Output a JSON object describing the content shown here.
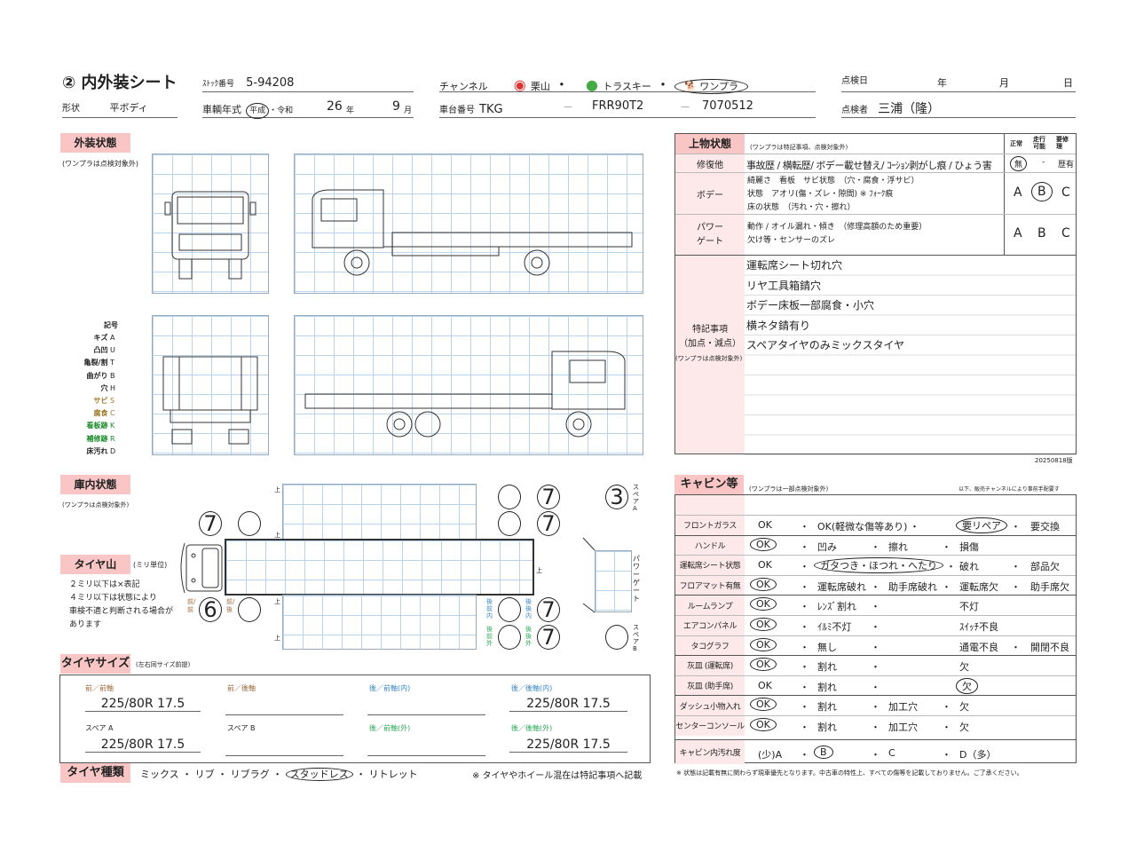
{
  "header": {
    "title": "② 内外装シート",
    "stock_label": "ｽﾄｯｸ番号",
    "stock_no": "5-94208",
    "channel_label": "チャンネル",
    "channels": [
      "栗山",
      "トラスキー",
      "ワンプラ"
    ],
    "inspect_date_label": "点検日",
    "year": "年",
    "month": "月",
    "day": "日",
    "shape_label": "形状",
    "shape": "平ボディ",
    "vehicle_year_label": "車輌年式",
    "era1": "平成",
    "era2": "令和",
    "yr": "26",
    "yr_unit": "年",
    "mo": "9",
    "mo_unit": "月",
    "chassis_label": "車台番号",
    "chassis1": "TKG",
    "chassis2": "FRR90T2",
    "chassis3": "7070512",
    "dash": "—",
    "inspector_label": "点検者",
    "inspector": "三浦（隆）"
  },
  "exterior": {
    "title": "外装状態",
    "note": "(ワンプラは点検対象外)",
    "legend_title": "記号",
    "legend": [
      [
        "キズ",
        "A"
      ],
      [
        "凸凹",
        "U"
      ],
      [
        "亀裂/割",
        "T"
      ],
      [
        "曲がり",
        "B"
      ],
      [
        "穴",
        "H"
      ],
      [
        "サビ",
        "S"
      ],
      [
        "腐食",
        "C"
      ],
      [
        "看板跡",
        "K"
      ],
      [
        "補修跡",
        "R"
      ],
      [
        "床汚れ",
        "D"
      ]
    ]
  },
  "upper": {
    "title": "上物状態",
    "note": "(ワンプラは特記事項、点検対象外)",
    "cols": [
      "正常",
      "走行可能",
      "要修理"
    ],
    "repair_label": "修復他",
    "repair_text": "事故歴 / 横転歴/ ボデー載せ替え/ ｺｰｼｮﾝ剥がし痕 / ひょう害",
    "repair_opts": [
      "無",
      "-",
      "歴有"
    ],
    "body_label": "ボデー",
    "body_lines": [
      "綺麗さ　看板　サビ状態　（穴・腐食・浮サビ）",
      "状態　アオリ(傷・ズレ・隙間) ※ ﾌｫｰｸ痕",
      "床の状態　（汚れ・穴・擦れ）"
    ],
    "body_grade": "B",
    "pg_label1": "パワー",
    "pg_label2": "ゲート",
    "pg_lines": [
      "動作 / オイル漏れ・傾き　（修理高額のため重要）",
      "欠け等・センサーのズレ"
    ],
    "grades": [
      "A",
      "B",
      "C"
    ],
    "notes_label": "特記事項",
    "notes_label2": "（加点・減点）",
    "notes_note": "(ワンプラは点検対象外)",
    "notes": [
      "運転席シート切れ穴",
      "リヤ工具箱錆穴",
      "ボデー床板一部腐食・小穴",
      "横ネタ錆有り",
      "スペアタイヤのみミックスタイヤ"
    ],
    "version": "20250818版"
  },
  "cargo": {
    "title": "庫内状態",
    "note": "(ワンプラは点検対象外)",
    "up": "上",
    "power_gate": "パワーゲート"
  },
  "tread": {
    "title": "タイヤ山",
    "unit": "(ミリ単位)",
    "lines": [
      "２ミリ以下は×表記",
      "４ミリ以下は状態により",
      "車検不適と判断される場合が",
      "あります"
    ],
    "front_front": "6",
    "front_front_top": "7",
    "front_rear": "",
    "front_rear_top": "",
    "rear_front_in": "",
    "rear_rear_in": "7",
    "rear_front_out": "",
    "rear_rear_out": "7",
    "top_rf": "",
    "top_rr": "7",
    "top_rf2": "",
    "top_rr2": "7",
    "spare_a": "3",
    "spare_b": "",
    "spare_a_label": "スペアA",
    "spare_b_label": "スペアB",
    "ff": "前/前",
    "fr": "前/後",
    "rfi": "後前内",
    "rri": "後後内",
    "rfo": "後前外",
    "rro": "後後外"
  },
  "tire_size": {
    "title": "タイヤサイズ",
    "note": "(左右同サイズ前提)",
    "cells": [
      {
        "label": "前／前軸",
        "value": "225/80R 17.5"
      },
      {
        "label": "前／後軸",
        "value": ""
      },
      {
        "label": "後／前軸(内)",
        "value": ""
      },
      {
        "label": "後／後軸(内)",
        "value": "225/80R 17.5"
      },
      {
        "label": "スペア A",
        "value": "225/80R 17.5"
      },
      {
        "label": "スペア B",
        "value": ""
      },
      {
        "label": "後／前軸(外)",
        "value": ""
      },
      {
        "label": "後／後軸(外)",
        "value": "225/80R 17.5"
      }
    ]
  },
  "tire_type": {
    "title": "タイヤ種類",
    "options": [
      "ミックス",
      "リブ",
      "リブラグ",
      "スタッドレス",
      "リトレット"
    ],
    "selected": "スタッドレス",
    "note": "※ タイヤやホイール混在は特記事項へ記載"
  },
  "cabin": {
    "title": "キャビン等",
    "note": "(ワンプラは一部点検対象外)",
    "note_right": "以下、販売チャンネルにより事前手配要す",
    "rows": [
      {
        "label": "フロントガラス",
        "opts": [
          "OK",
          "OK(軽微な傷等あり)",
          "要リペア",
          "要交換"
        ],
        "sel": 2
      },
      {
        "label": "ハンドル",
        "opts": [
          "OK",
          "凹み",
          "擦れ",
          "損傷"
        ],
        "sel": 0
      },
      {
        "label": "運転席シート状態",
        "opts": [
          "OK",
          "ガタつき・ほつれ・へたり",
          "破れ",
          "部品欠"
        ],
        "sel": 1
      },
      {
        "label": "フロアマット有無",
        "opts": [
          "OK",
          "運転席破れ",
          "助手席破れ",
          "運転席欠",
          "助手席欠"
        ],
        "sel": 0
      },
      {
        "label": "ルームランプ",
        "opts": [
          "OK",
          "ﾚﾝｽﾞ割れ",
          "不灯"
        ],
        "sel": 0
      },
      {
        "label": "エアコンパネル",
        "opts": [
          "OK",
          "ｲﾙﾐ不灯",
          "ｽｲｯﾁ不良"
        ],
        "sel": 0
      },
      {
        "label": "タコグラフ",
        "opts": [
          "OK",
          "無し",
          "通電不良",
          "開閉不良"
        ],
        "sel": 0
      },
      {
        "label": "灰皿 (運転席)",
        "opts": [
          "OK",
          "割れ",
          "欠"
        ],
        "sel": 0
      },
      {
        "label": "灰皿 (助手席)",
        "opts": [
          "OK",
          "割れ",
          "欠"
        ],
        "sel": 2
      },
      {
        "label": "ダッシュ小物入れ",
        "opts": [
          "OK",
          "割れ",
          "加工穴",
          "欠"
        ],
        "sel": 0
      },
      {
        "label": "センターコンソール",
        "opts": [
          "OK",
          "割れ",
          "加工穴",
          "欠"
        ],
        "sel": 0
      },
      {
        "label": "キャビン内汚れ度",
        "opts": [
          "(少)A",
          "B",
          "C",
          "D（多）"
        ],
        "sel": 1
      }
    ],
    "footer": "※ 状態は記載有無に関わらず現車優先となります。中古車の特性上、すべての傷等を記載しておりません。ご了承ください。"
  }
}
